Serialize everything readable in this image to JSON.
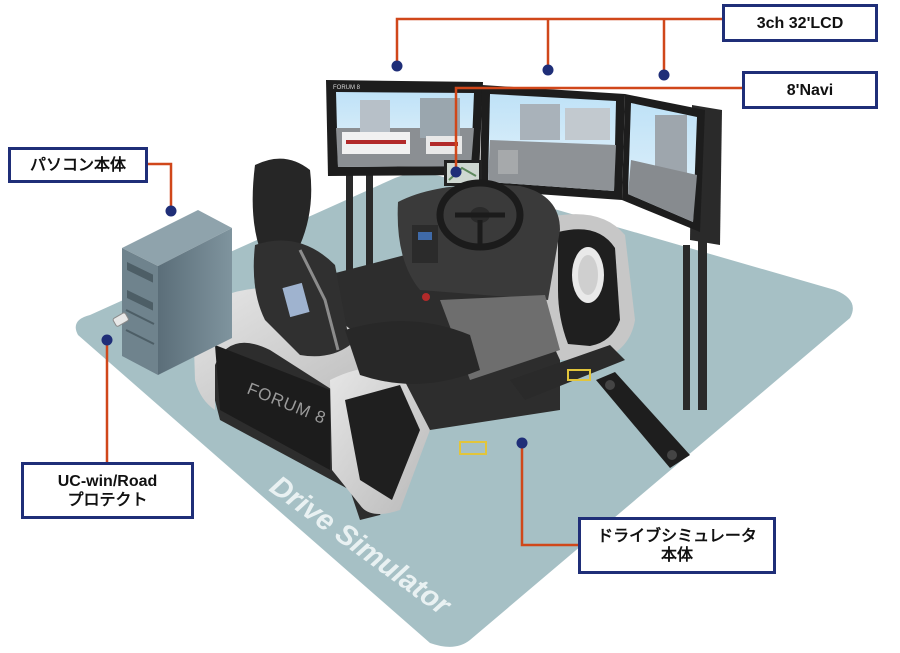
{
  "floor_label": "Drive Simulator",
  "brand_mark": "FORUM 8",
  "callouts": {
    "lcd": "3ch 32'LCD",
    "navi": "8'Navi",
    "pc": "パソコン本体",
    "protect_line1": "UC-win/Road",
    "protect_line2": "プロテクト",
    "body_line1": "ドライブシミュレータ",
    "body_line2": "本体"
  },
  "colors": {
    "leader_line": "#d0471a",
    "marker_dot": "#1f2e78",
    "box_border": "#1f2e78",
    "floor_mat": "#a6c0c5"
  }
}
